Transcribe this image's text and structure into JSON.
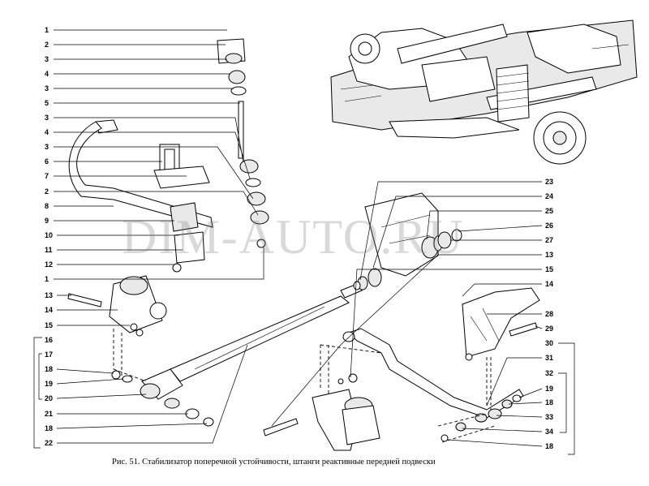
{
  "caption": "Рис. 51. Стабилизатор поперечной устойчивости, штанги реактивные передней подвески",
  "watermark": "DIM-AUTO.RU",
  "callouts_left": [
    "1",
    "2",
    "3",
    "4",
    "3",
    "5",
    "3",
    "4",
    "3",
    "6",
    "7",
    "2",
    "8",
    "9",
    "10",
    "11",
    "12",
    "1",
    "13",
    "14",
    "15",
    "16",
    "17",
    "18",
    "19",
    "20",
    "21",
    "18",
    "22"
  ],
  "callouts_right": [
    "23",
    "24",
    "25",
    "26",
    "27",
    "13",
    "15",
    "14",
    "28",
    "29",
    "30",
    "31",
    "19",
    "32",
    "18",
    "33",
    "34",
    "18"
  ]
}
